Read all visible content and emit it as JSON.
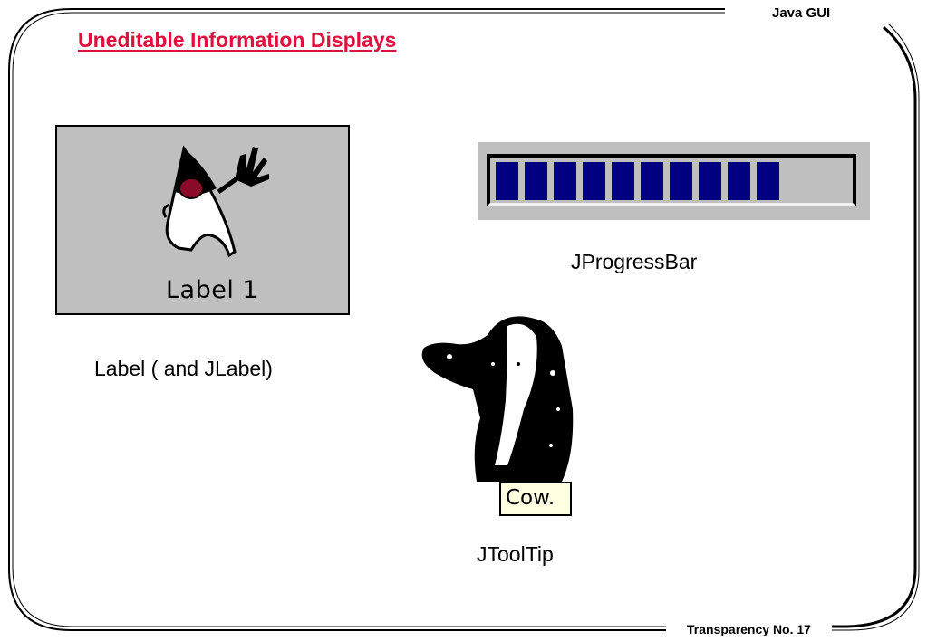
{
  "header": {
    "course_label": "Java GUI"
  },
  "slide": {
    "title": "Uneditable Information Displays"
  },
  "label_demo": {
    "text": "Label 1",
    "icon": "duke-mascot-icon",
    "background": "#bfbfbf",
    "caption": "Label ( and JLabel)"
  },
  "progress_demo": {
    "filled_cells": 10,
    "progress_fraction": 0.78,
    "cell_color": "#000080",
    "caption": "JProgressBar"
  },
  "tooltip_demo": {
    "icon": "cow-icon",
    "tooltip_text": "Cow.",
    "tooltip_background": "#ffffe1",
    "caption": "JToolTip"
  },
  "footer": {
    "page_label": "Transparency No. 17"
  },
  "colors": {
    "title": "#e0103c"
  }
}
